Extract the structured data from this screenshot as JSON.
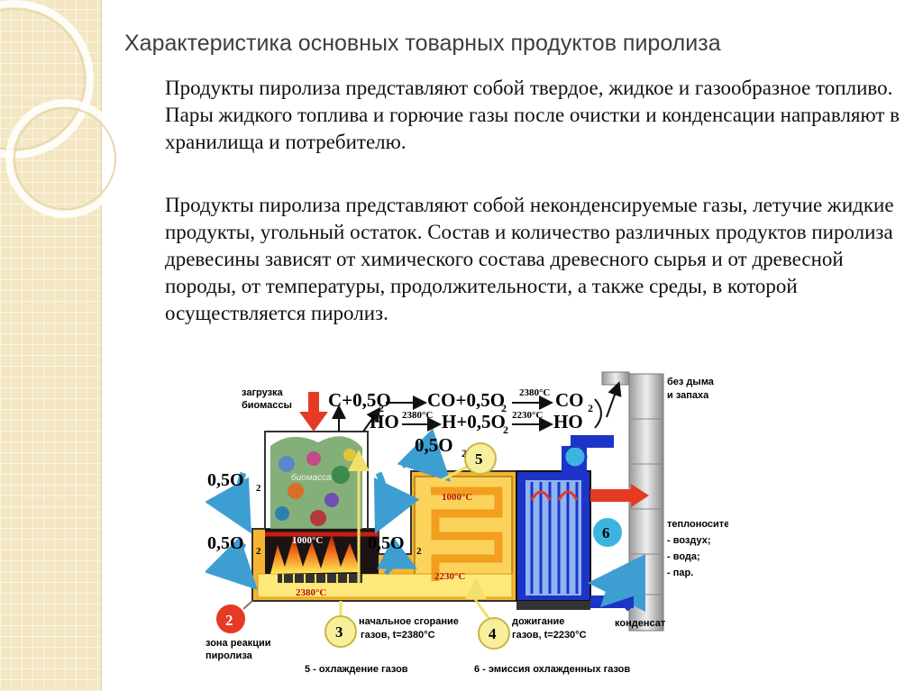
{
  "slide": {
    "title": "Характеристика основных товарных продуктов пиролиза",
    "paragraphs": [
      "Продукты пиролиза представляют собой твердое, жидкое и газообразное топливо. Пары жидкого топлива и горючие газы после очистки и конденсации направляют в хранилища и потребителю.",
      "Продукты пиролиза представляют собой неконденсируемые газы, летучие жидкие продукты, угольный остаток. Состав и количество различных продуктов пиролиза древесины зависят от химического состава древесного сырья и от древесной породы, от температуры, продолжительности, а также среды, в которой осуществляется пиролиз."
    ]
  },
  "diagram": {
    "loading_line1": "загрузка",
    "loading_line2": "биомассы",
    "eq1": {
      "c": "C+0,5O",
      "co": "CO+0,5O",
      "co2": "CO",
      "temp": "2380°C"
    },
    "eq2": {
      "ho": "HO",
      "h": "H+0,5O",
      "ho2": "HO",
      "temp1": "2380°C",
      "temp2": "2230°C"
    },
    "eq3": "0,5O",
    "sub2": "2",
    "oxygen_labels": [
      "0,5O",
      "0,5O",
      "0,5O"
    ],
    "bed_label": "биомасса",
    "temps": {
      "t1000a": "1000°C",
      "t1000b": "1000°C",
      "t2380": "2380°C",
      "t2230": "2230°C"
    },
    "numbers": [
      "2",
      "3",
      "4",
      "5",
      "6"
    ],
    "no_smoke_line1": "без дыма",
    "no_smoke_line2": "и запаха",
    "heat_carrier": [
      "теплоноситель:",
      "- воздух;",
      "- вода;",
      "- пар."
    ],
    "condensate": "конденсат",
    "zone_line1": "зона реакции",
    "zone_line2": "пиролиза",
    "initial_burn_line1": "начальное сгорание",
    "initial_burn_line2": "газов, t=2380°C",
    "afterburn_line1": "дожигание",
    "afterburn_line2": "газов, t=2230°C",
    "caption5": "5 - охлаждение газов",
    "caption6": "6 - эмиссия охлажденных газов"
  },
  "colors": {
    "fire": "#e53a24",
    "furnace": "#f6b431",
    "water": "#1c35c8",
    "arrow_cyan": "#3d9ed2"
  }
}
